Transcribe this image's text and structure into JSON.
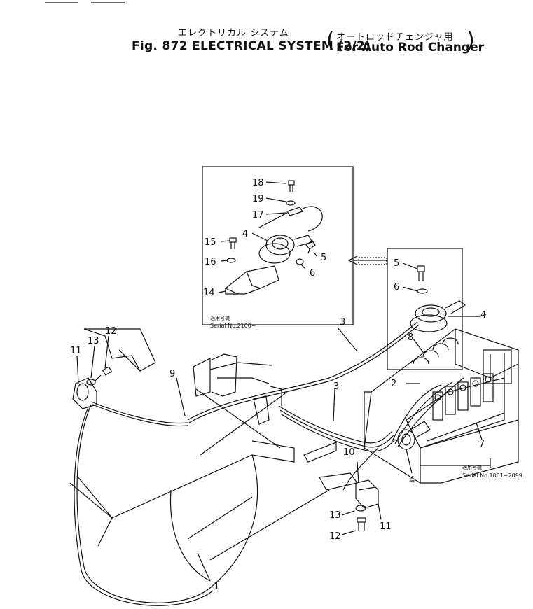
{
  "header": {
    "title_jp": "エレクトリカル システム",
    "title_en": "Fig. 872 ELECTRICAL SYSTEM (2/2)",
    "subtitle_jp": "オートロッドチェンジャ用",
    "subtitle_en": "For Auto Rod Changer"
  },
  "inset": {
    "serial_jp": "適用号機",
    "serial_en": "Serial No.2100~"
  },
  "main_serial": {
    "serial_jp": "適用号機",
    "serial_en": "Serial No.1001~2099"
  },
  "callouts": {
    "c1": "1",
    "c2": "2",
    "c3a": "3",
    "c3b": "3",
    "c4a": "4",
    "c4b": "4",
    "c4c": "4",
    "c5a": "5",
    "c5b": "5",
    "c6a": "6",
    "c6b": "6",
    "c7": "7",
    "c8": "8",
    "c9": "9",
    "c10": "10",
    "c11a": "11",
    "c11b": "11",
    "c12a": "12",
    "c12b": "12",
    "c13a": "13",
    "c13b": "13",
    "c14": "14",
    "c15": "15",
    "c16": "16",
    "c17": "17",
    "c18": "18",
    "c19": "19"
  }
}
